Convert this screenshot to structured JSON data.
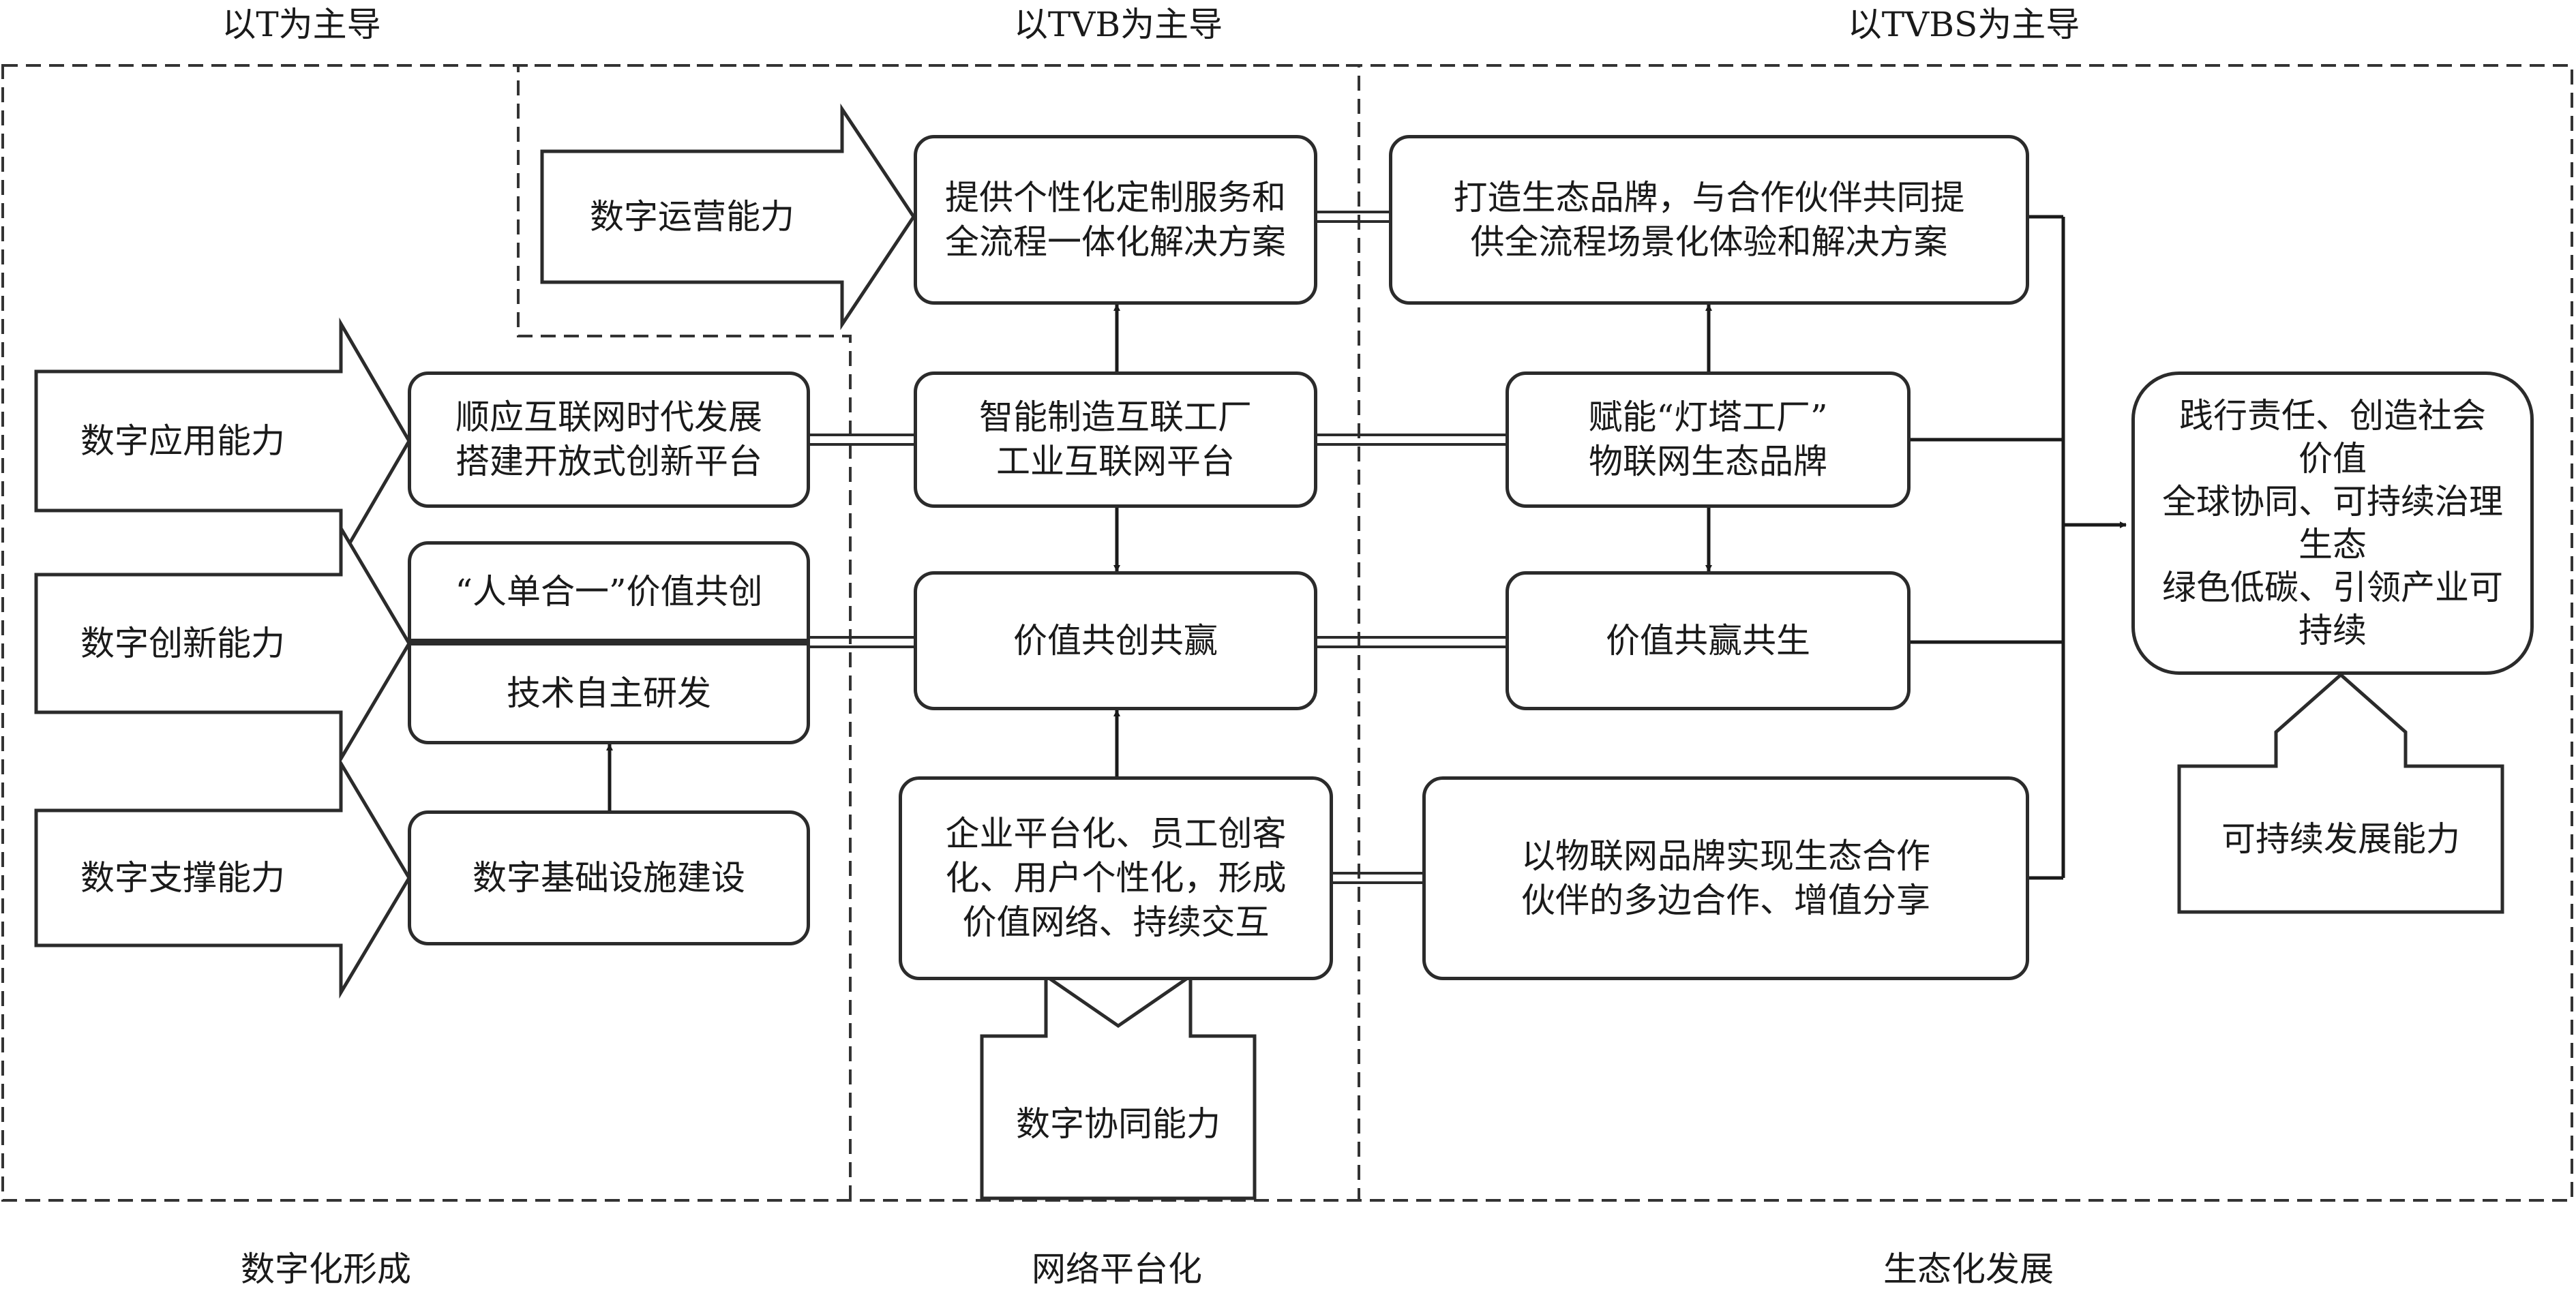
{
  "headers": {
    "t": "以T为主导",
    "tvb": "以TVB为主导",
    "tvbs": "以TVBS为主导"
  },
  "footers": {
    "digital": "数字化形成",
    "network": "网络平台化",
    "ecology": "生态化发展"
  },
  "capabilities": {
    "operation": "数字运营能力",
    "application": "数字应用能力",
    "innovation": "数字创新能力",
    "support": "数字支撑能力",
    "collaboration": "数字协同能力",
    "sustainable": "可持续发展能力"
  },
  "stage1": {
    "open_platform": [
      "顺应互联网时代发展",
      "搭建开放式创新平台"
    ],
    "rendanheyi": "“人单合一”价值共创",
    "tech_rd": "技术自主研发",
    "infrastructure": "数字基础设施建设"
  },
  "stage2": {
    "custom_service": [
      "提供个性化定制服务和",
      "全流程一体化解决方案"
    ],
    "smart_factory": [
      "智能制造互联工厂",
      "工业互联网平台"
    ],
    "value_cocreate": "价值共创共赢",
    "enterprise_platform": [
      "企业平台化、员工创客",
      "化、用户个性化，形成",
      "价值网络、持续交互"
    ]
  },
  "stage3": {
    "eco_brand": [
      "打造生态品牌，与合作伙伴共同提",
      "供全流程场景化体验和解决方案"
    ],
    "lighthouse": [
      "赋能“灯塔工厂”",
      "物联网生态品牌"
    ],
    "value_win": "价值共赢共生",
    "iot_brand": [
      "以物联网品牌实现生态合作",
      "伙伴的多边合作、增值分享"
    ]
  },
  "outcome": {
    "lines": [
      "践行责任、创造社会",
      "价值",
      "全球协同、可持续治理",
      "生态",
      "绿色低碳、引领产业可",
      "持续"
    ]
  },
  "colors": {
    "stroke": "#2b2b2b",
    "background": "#ffffff"
  }
}
